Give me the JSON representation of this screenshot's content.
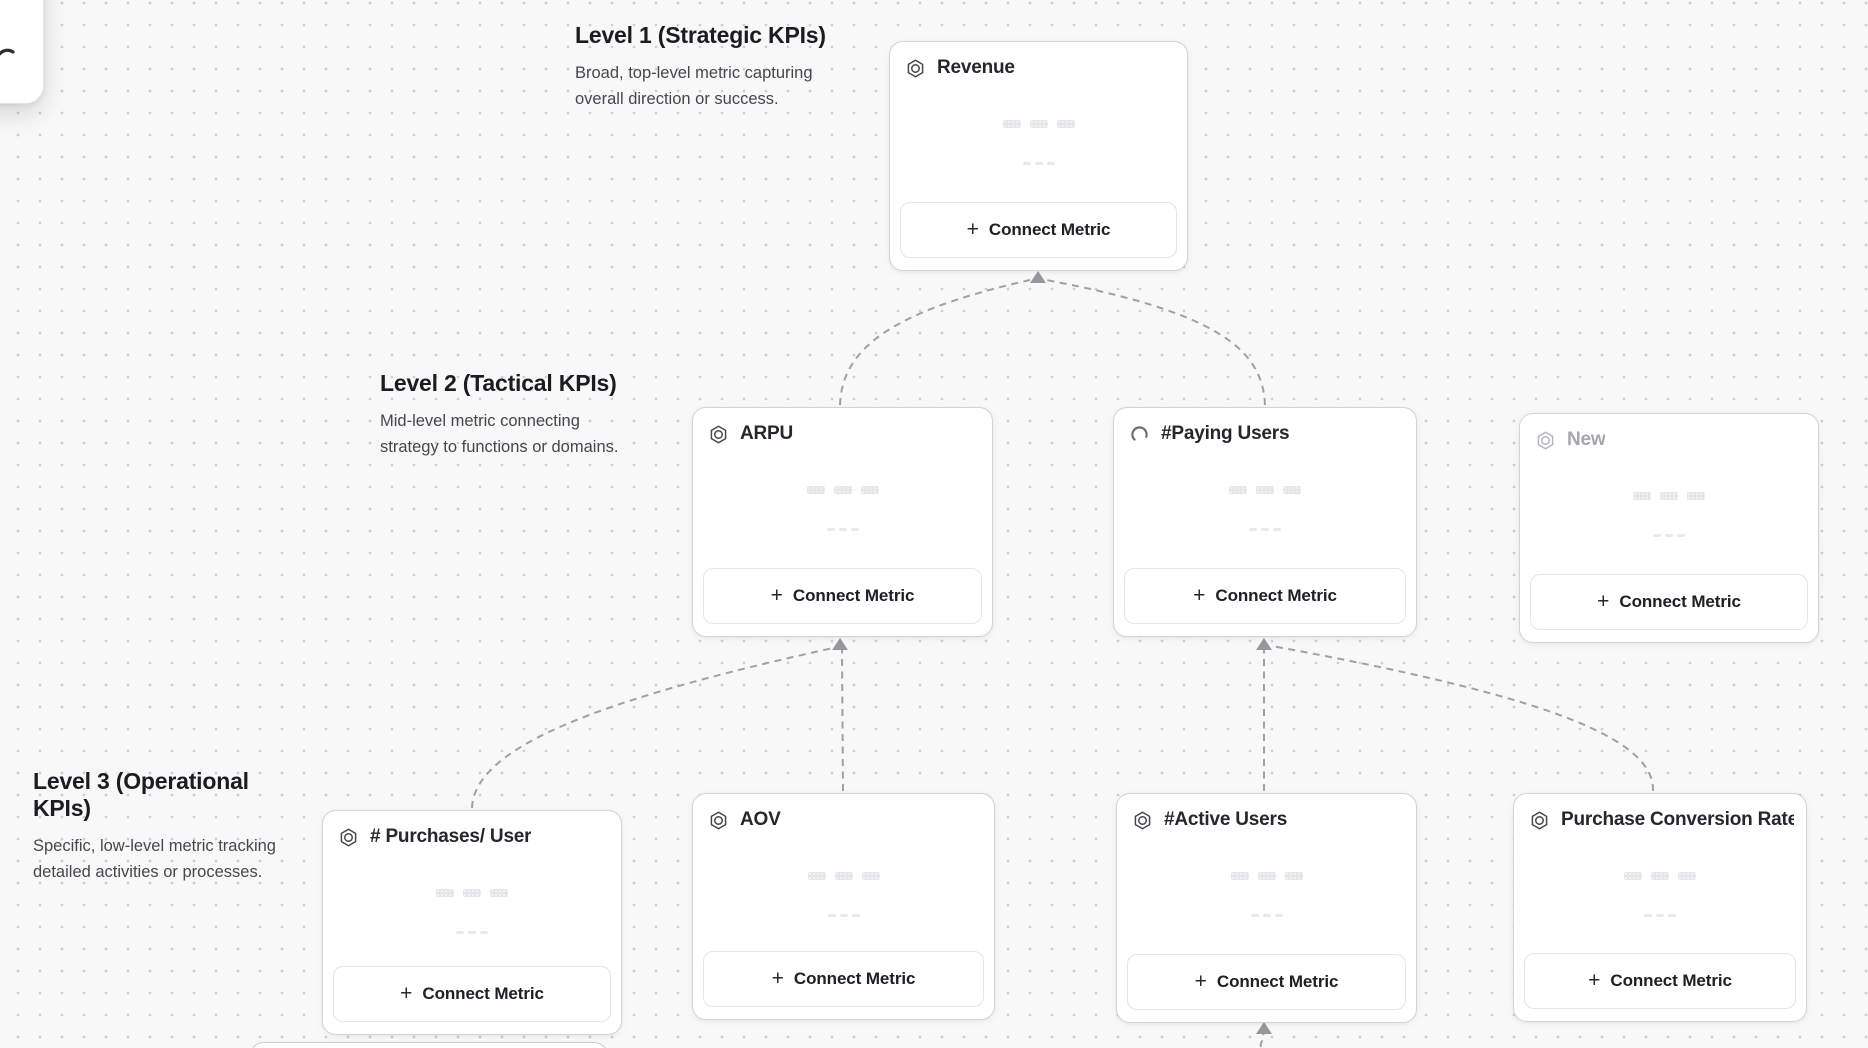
{
  "levels": [
    {
      "title": "Level 1 (Strategic KPIs)",
      "description": "Broad, top-level metric capturing overall direction or success."
    },
    {
      "title": "Level 2 (Tactical KPIs)",
      "description": "Mid-level metric connecting strategy to functions or domains."
    },
    {
      "title": "Level 3 (Operational KPIs)",
      "description": "Specific, low-level metric tracking detailed activities or processes."
    }
  ],
  "plus_glyph": "+",
  "connect_metric_label": "Connect Metric",
  "cards": [
    {
      "title": "Revenue",
      "icon": "hexagon-icon",
      "state": "default"
    },
    {
      "title": "ARPU",
      "icon": "hexagon-icon",
      "state": "default"
    },
    {
      "title": "#Paying Users",
      "icon": "spinner-icon",
      "state": "loading"
    },
    {
      "title": "New",
      "icon": "hexagon-icon",
      "state": "draft"
    },
    {
      "title": "# Purchases/ User",
      "icon": "hexagon-icon",
      "state": "default"
    },
    {
      "title": "AOV",
      "icon": "hexagon-icon",
      "state": "default"
    },
    {
      "title": "#Active Users",
      "icon": "hexagon-icon",
      "state": "default"
    },
    {
      "title": "Purchase Conversion Rate",
      "icon": "hexagon-icon",
      "state": "default"
    }
  ],
  "colors": {
    "connector": "#a0a0a6",
    "arrowhead": "#97979d",
    "card_border": "#d4d4d8",
    "muted_text": "#a6a6ae"
  }
}
